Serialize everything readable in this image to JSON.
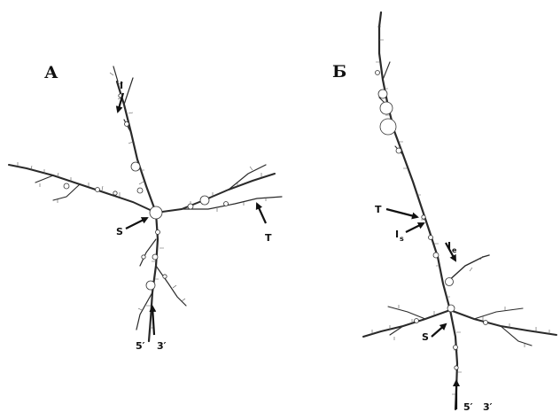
{
  "panels": [
    {
      "label": "А",
      "annotations": [
        "I",
        "S",
        "T",
        "5′",
        "3′"
      ]
    },
    {
      "label": "Б",
      "annotations": [
        "T",
        "I",
        "s",
        "I",
        "e",
        "S",
        "5′",
        "3′"
      ]
    }
  ],
  "colors": {
    "ink": "#111111",
    "background": "#ffffff"
  }
}
